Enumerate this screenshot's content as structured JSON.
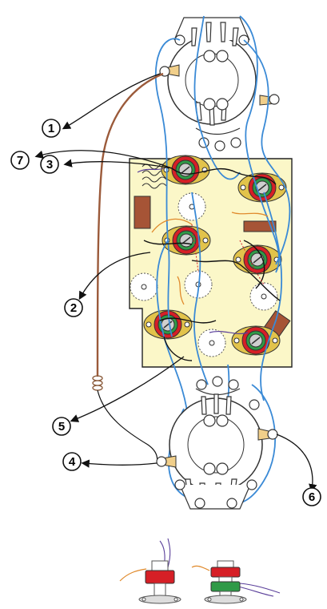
{
  "callouts": [
    {
      "id": "1",
      "label": "1"
    },
    {
      "id": "2",
      "label": "2"
    },
    {
      "id": "3",
      "label": "3"
    },
    {
      "id": "4",
      "label": "4"
    },
    {
      "id": "5",
      "label": "5"
    },
    {
      "id": "6",
      "label": "6"
    },
    {
      "id": "7",
      "label": "7"
    }
  ],
  "colors": {
    "board": "#fbf7c8",
    "board_stroke": "#222222",
    "wire_blue": "#3a8ad6",
    "wire_brown": "#9b5a3a",
    "wire_orange": "#e08a2c",
    "wire_purple": "#5a3f9a",
    "wire_black": "#111111",
    "coil_red": "#d61f26",
    "coil_green": "#2f9a47",
    "coil_gold": "#e2c34b",
    "resistor": "#a65436",
    "socket_fill": "#ffffff",
    "socket_stroke": "#333333"
  }
}
